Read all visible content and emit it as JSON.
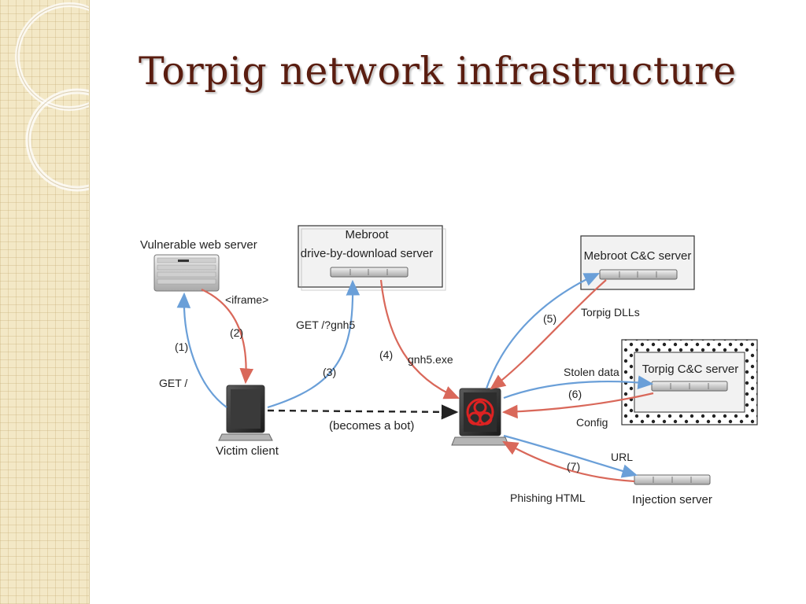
{
  "title": "Torpig network infrastructure",
  "diagram": {
    "nodes": {
      "vulnerable_web_server": "Vulnerable web server",
      "mebroot_dbd_line1": "Mebroot",
      "mebroot_dbd_line2": "drive-by-download server",
      "mebroot_cc": "Mebroot C&C server",
      "torpig_cc": "Torpig C&C server",
      "victim_client": "Victim client",
      "injection_server": "Injection server"
    },
    "edges": {
      "iframe": "<iframe>",
      "step1": "(1)",
      "step2": "(2)",
      "get_root": "GET /",
      "get_gnh5": "GET /?gnh5",
      "step3": "(3)",
      "step4": "(4)",
      "gnh5_exe": "gnh5.exe",
      "becomes_bot": "(becomes a bot)",
      "step5": "(5)",
      "torpig_dlls": "Torpig DLLs",
      "stolen_data": "Stolen data",
      "step6": "(6)",
      "config": "Config",
      "url": "URL",
      "step7": "(7)",
      "phishing_html": "Phishing HTML"
    },
    "colors": {
      "request_arrow": "#6a9fd8",
      "response_arrow": "#d9685a",
      "title": "#5a1d10"
    }
  }
}
